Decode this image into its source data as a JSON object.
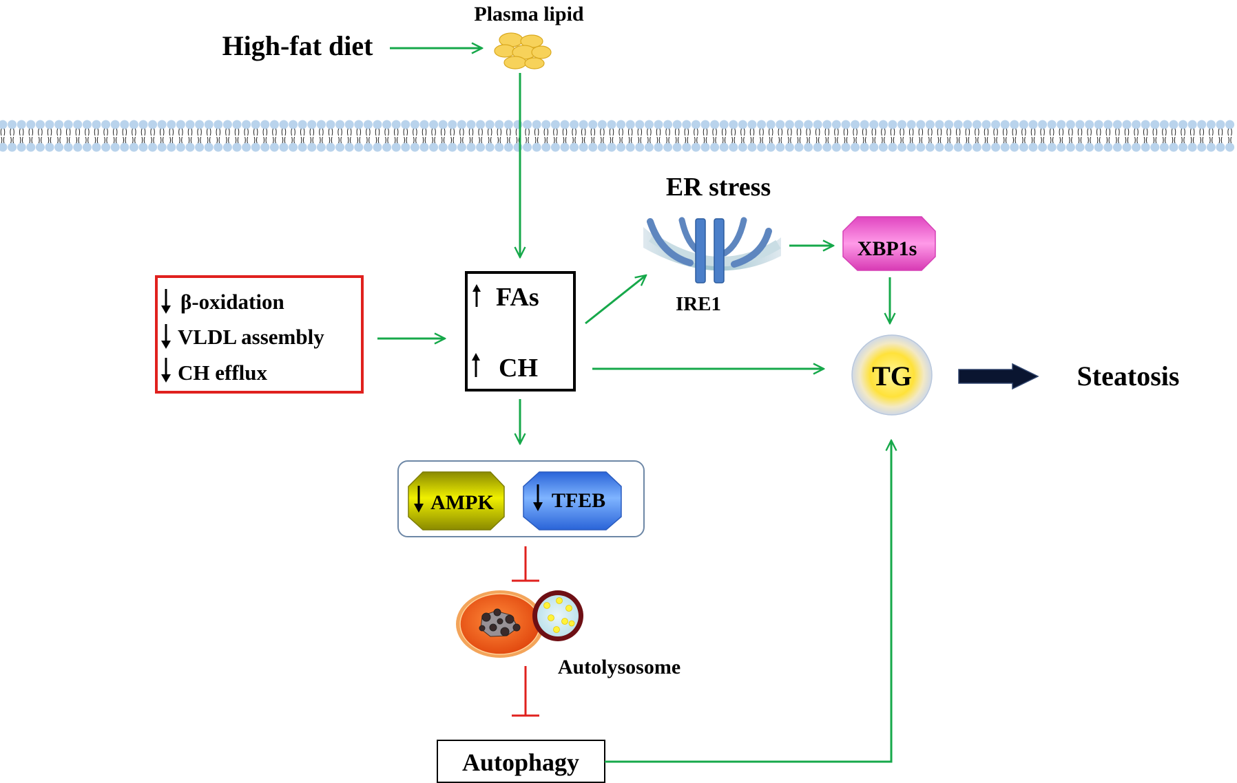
{
  "labels": {
    "plasma_lipid": "Plasma lipid",
    "high_fat_diet": "High-fat diet",
    "er_stress": "ER stress",
    "ire1": "IRE1",
    "xbp1s": "XBP1s",
    "fas": "FAs",
    "ch": "CH",
    "tg": "TG",
    "steatosis": "Steatosis",
    "ampk": "AMPK",
    "tfeb": "TFEB",
    "autolysosome": "Autolysosome",
    "autophagy": "Autophagy"
  },
  "red_box_items": [
    "β-oxidation",
    "VLDL assembly",
    "CH efflux"
  ],
  "colors": {
    "activation_arrow": "#16a84a",
    "inhibition": "#e0211e",
    "red_box": "#e0211e",
    "membrane": "#b9d3ec",
    "xbp1s": "#f06ad0",
    "ampk": "#d8d800",
    "tfeb": "#4a8cf0",
    "tg_core": "#ffe64a",
    "lipid": "#f7d25a"
  }
}
